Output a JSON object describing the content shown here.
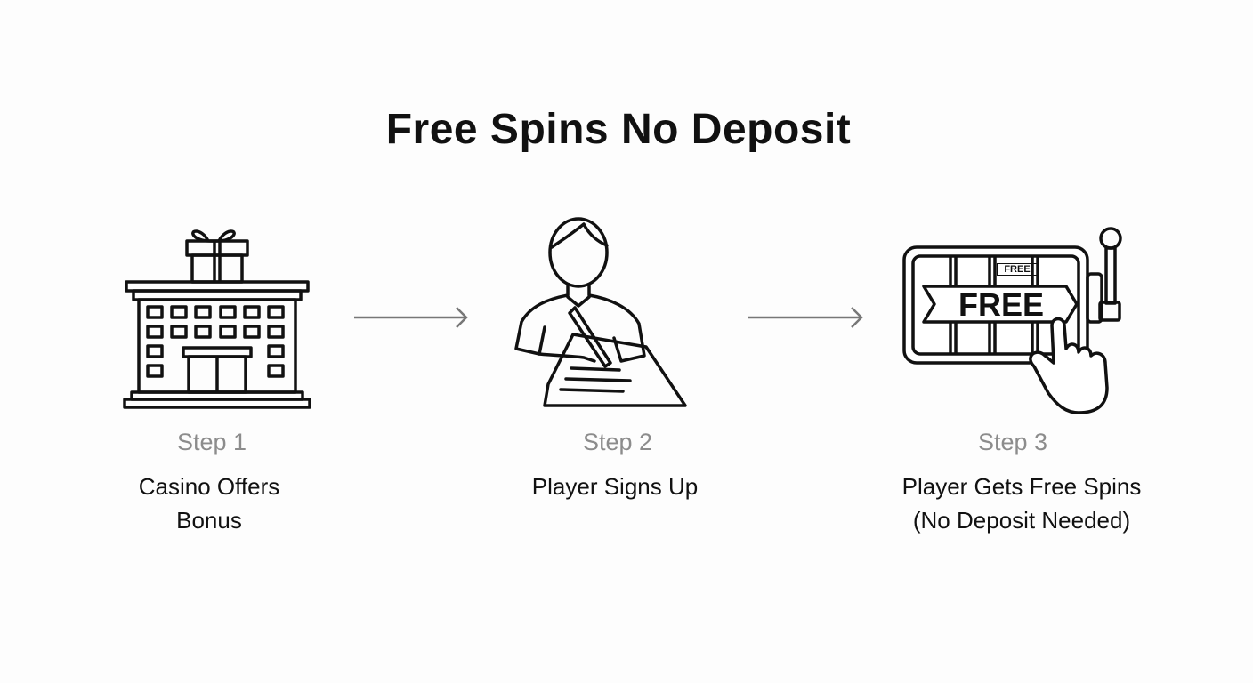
{
  "title": "Free Spins No Deposit",
  "steps": [
    {
      "label": "Step 1",
      "description": "Casino Offers Bonus",
      "icon": "casino-building-gift-icon"
    },
    {
      "label": "Step 2",
      "description": "Player Signs Up",
      "icon": "person-signing-icon"
    },
    {
      "label": "Step 3",
      "description": "Player Gets Free Spins (No Deposit Needed)",
      "icon": "slot-machine-free-icon"
    }
  ],
  "slot_banner": "FREE",
  "slot_small_label": "FREE"
}
